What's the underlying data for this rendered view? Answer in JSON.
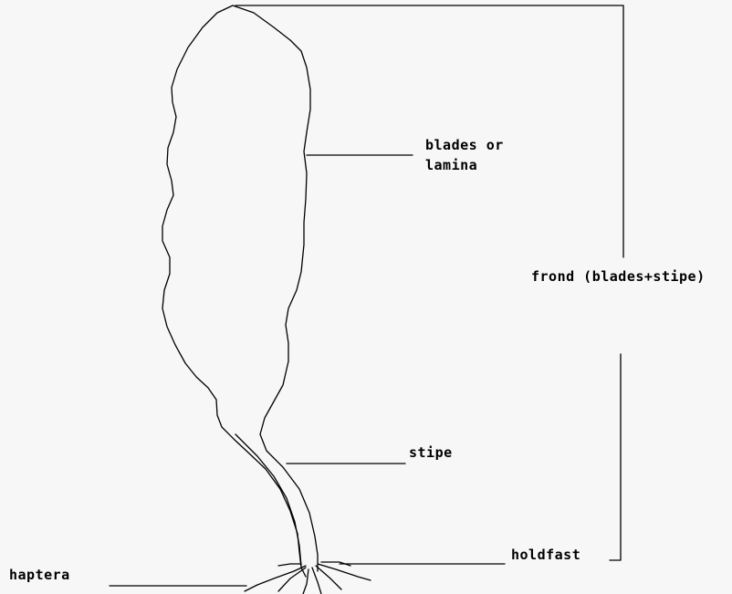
{
  "labels": {
    "blades_line1": "blades or",
    "blades_line2": "lamina",
    "frond": "frond (blades+stipe)",
    "stipe": "stipe",
    "holdfast": "holdfast",
    "haptera": "haptera"
  },
  "colors": {
    "background": "#f7f7f7",
    "ink": "#000000"
  }
}
